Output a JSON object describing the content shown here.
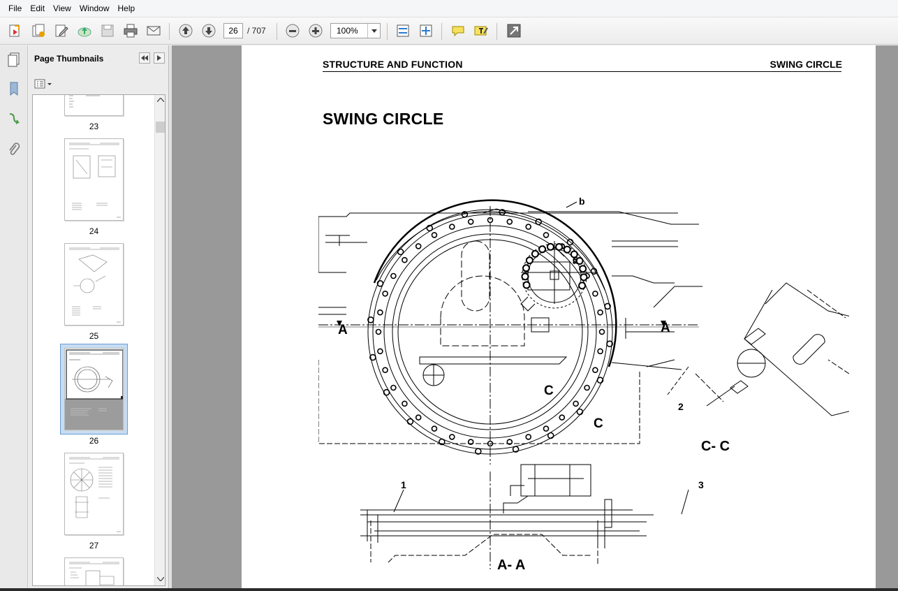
{
  "menu": [
    "File",
    "Edit",
    "View",
    "Window",
    "Help"
  ],
  "toolbar": {
    "current_page": "26",
    "page_total": "/ 707",
    "zoom": "100%"
  },
  "panel": {
    "title": "Page Thumbnails",
    "thumbnails": [
      {
        "label": "23"
      },
      {
        "label": "24"
      },
      {
        "label": "25"
      },
      {
        "label": "26",
        "selected": true
      },
      {
        "label": "27"
      }
    ]
  },
  "document": {
    "header_left": "STRUCTURE AND FUNCTION",
    "header_right": "SWING CIRCLE",
    "title": "SWING CIRCLE",
    "labels": {
      "a": "a",
      "b": "b",
      "one": "1",
      "two": "2",
      "three": "3",
      "section_a": "A",
      "section_c": "C",
      "view_aa": "A- A",
      "view_cc": "C- C"
    }
  },
  "colors": {
    "doc_background": "#999999",
    "selection": "#c6dcf3"
  }
}
